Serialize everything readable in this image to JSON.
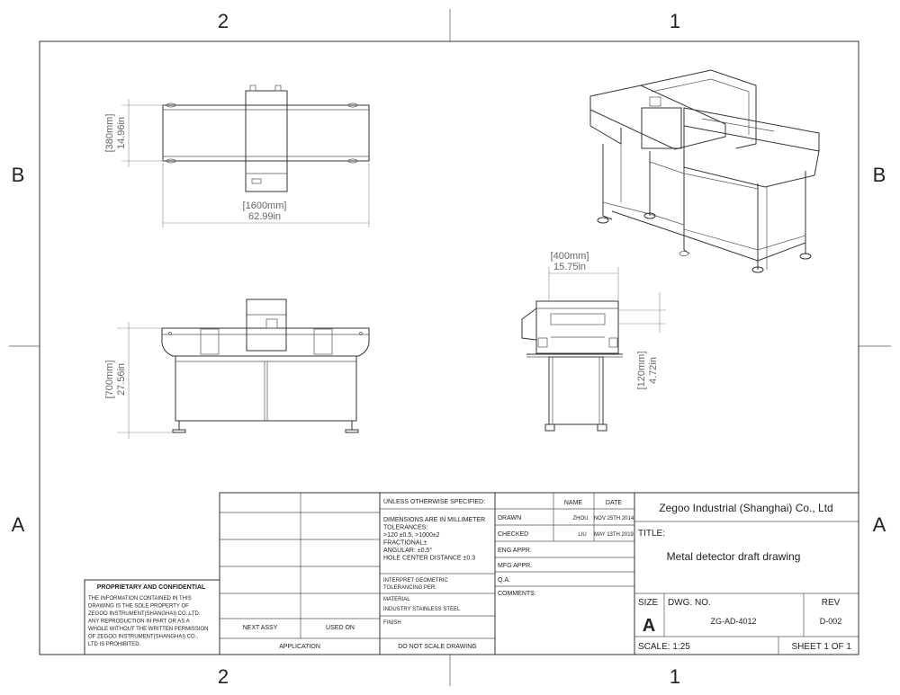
{
  "zones": {
    "top_left": "2",
    "top_right": "1",
    "bottom_left": "2",
    "bottom_right": "1",
    "left_upper": "B",
    "left_lower": "A",
    "right_upper": "B",
    "right_lower": "A"
  },
  "dimensions": {
    "top_width_mm": "[1600mm]",
    "top_width_in": "62.99in",
    "top_height_mm": "[380mm]",
    "top_height_in": "14.96in",
    "front_height_mm": "[700mm]",
    "front_height_in": "27.56in",
    "side_width_mm": "[400mm]",
    "side_width_in": "15.75in",
    "side_height_mm": "[120mm]",
    "side_height_in": "4.72in"
  },
  "proprietary": {
    "title": "PROPRIETARY AND CONFIDENTIAL",
    "lines": [
      "THE INFORMATION CONTAINED IN THIS",
      "DRAWING IS THE SOLE PROPERTY OF",
      "ZEGOO INSTRUMENT(SHANGHAI) CO.,LTD.",
      "ANY REPRODUCTION IN PART OR AS A",
      "WHOLE  WITHOUT THE WRITTEN PERMISSION",
      "OF ZEGOO INSTRUMENT(SHANGHAI) CO.,",
      "LTD IS PROHIBITED."
    ]
  },
  "title_block": {
    "next_assy": "NEXT ASSY",
    "used_on": "USED ON",
    "application": "APPLICATION",
    "unless": "UNLESS OTHERWISE SPECIFIED:",
    "dims_lines": [
      "DIMENSIONS ARE IN MILLIMETER",
      "TOLERANCES:",
      " >120 ±0.5, >1000±2",
      "FRACTIONAL±",
      "ANGULAR: ±0.5°",
      "HOLE CENTER DISTANCE ±0.3"
    ],
    "interpret_lines": [
      "INTERPRET GEOMETRIC",
      "TOLERANCING PER:"
    ],
    "material_label": "MATERIAL",
    "material_value": "INDUSTRY STAINLESS STEEL",
    "finish": "FINISH",
    "do_not_scale": "DO NOT SCALE DRAWING",
    "name_header": "NAME",
    "date_header": "DATE",
    "drawn": "DRAWN",
    "drawn_name": "ZHOU",
    "drawn_date": "NOV 25TH 2014",
    "checked": "CHECKED",
    "checked_name": "LIU",
    "checked_date": "MAY 13TH 2019",
    "eng_appr": "ENG APPR.",
    "mfg_appr": "MFG APPR.",
    "qa": "Q.A.",
    "comments": "COMMENTS:",
    "company": "Zegoo Industrial (Shanghai) Co., Ltd",
    "title_label": "TITLE:",
    "title_value": "Metal detector draft drawing",
    "size_label": "SIZE",
    "size_value": "A",
    "dwg_no_label": "DWG.  NO.",
    "dwg_no_value": "ZG-AD-4012",
    "rev_label": "REV",
    "rev_value": "D-002",
    "scale": "SCALE: 1:25",
    "sheet": "SHEET 1 OF 1"
  }
}
